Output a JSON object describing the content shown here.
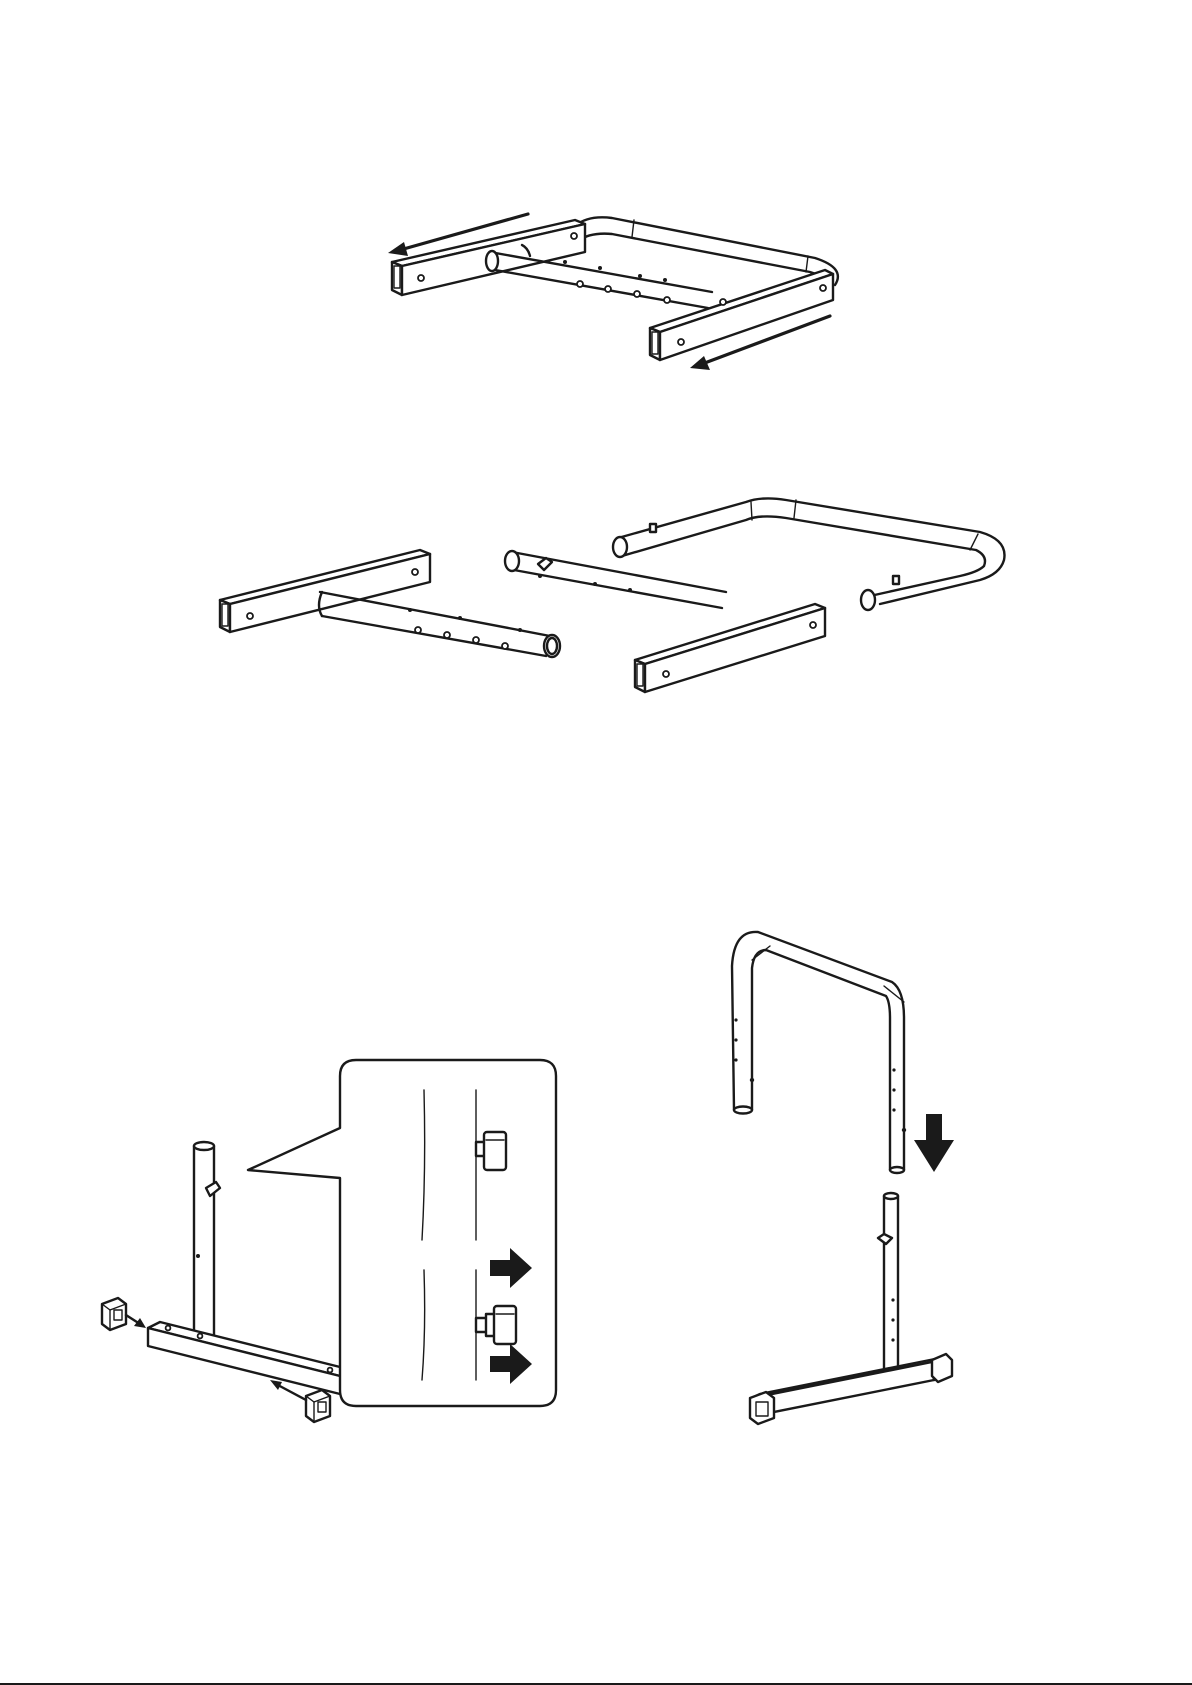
{
  "steps": [
    {
      "id": "step-1",
      "description_visible": false
    },
    {
      "id": "step-2",
      "description_visible": false
    },
    {
      "id": "step-3-left",
      "description_visible": false
    },
    {
      "id": "step-3-right",
      "description_visible": false
    }
  ],
  "colors": {
    "line": "#1a1a1a",
    "background": "#ffffff"
  }
}
